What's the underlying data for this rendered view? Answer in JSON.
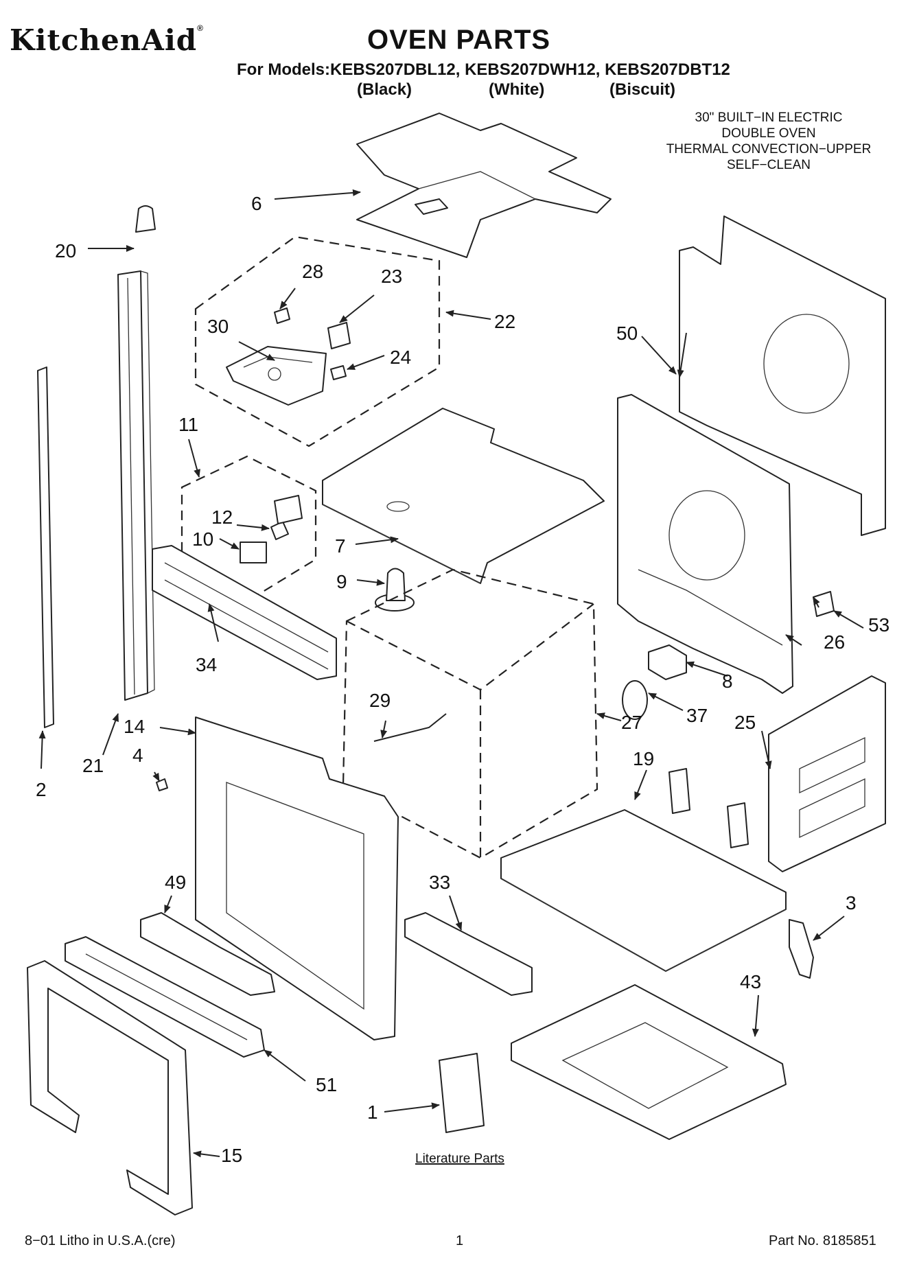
{
  "header": {
    "brand": "KitchenAid",
    "brand_mark": "®",
    "title": "OVEN PARTS",
    "models_line": "For Models:KEBS207DBL12, KEBS207DWH12, KEBS207DBT12",
    "finishes": [
      "(Black)",
      "(White)",
      "(Biscuit)"
    ]
  },
  "description": [
    "30\" BUILT−IN ELECTRIC",
    "DOUBLE OVEN",
    "THERMAL CONVECTION−UPPER",
    "SELF−CLEAN"
  ],
  "labels": {
    "p1": "1",
    "p2": "2",
    "p3": "3",
    "p4": "4",
    "p6": "6",
    "p7": "7",
    "p8": "8",
    "p9": "9",
    "p10": "10",
    "p11": "11",
    "p12": "12",
    "p14": "14",
    "p15": "15",
    "p19": "19",
    "p20": "20",
    "p21": "21",
    "p22": "22",
    "p23": "23",
    "p24": "24",
    "p25": "25",
    "p26": "26",
    "p27": "27",
    "p28": "28",
    "p29": "29",
    "p30": "30",
    "p33": "33",
    "p34": "34",
    "p37": "37",
    "p43": "43",
    "p49": "49",
    "p50": "50",
    "p51": "51",
    "p53": "53"
  },
  "literature_label": "Literature Parts",
  "footer": {
    "left": "8−01 Litho in U.S.A.(cre)",
    "center": "1",
    "right": "Part No. 8185851"
  }
}
